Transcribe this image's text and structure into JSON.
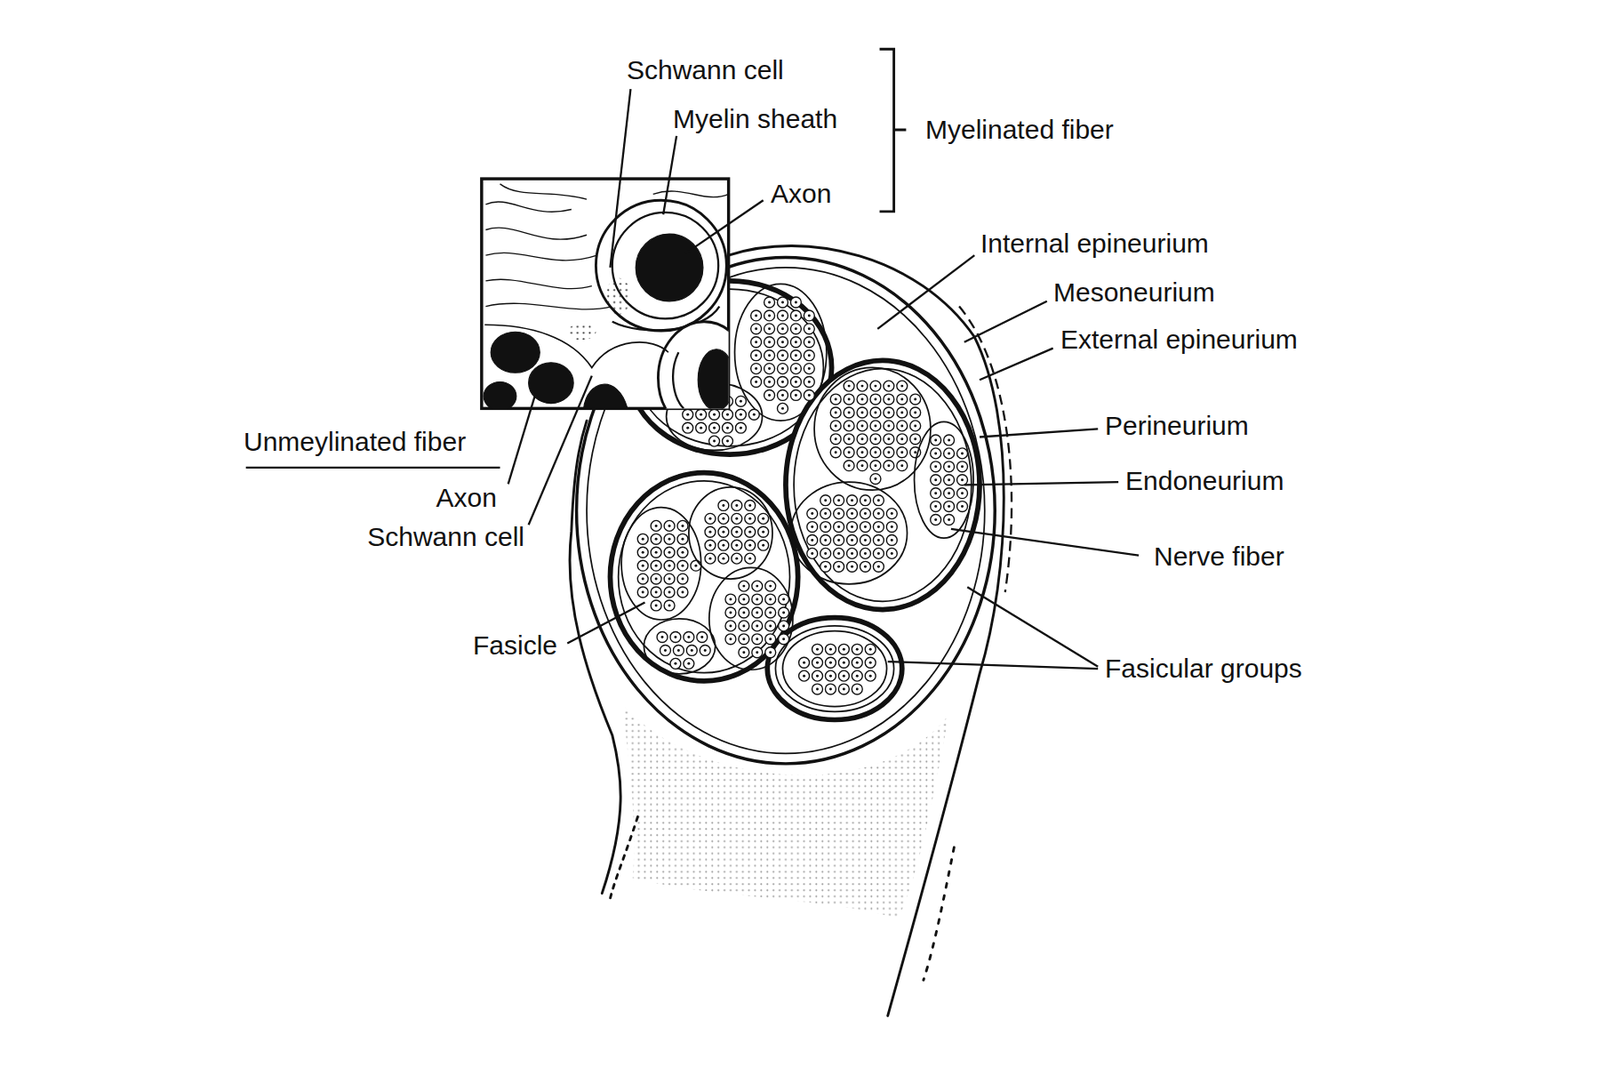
{
  "diagram": {
    "labels": [
      "Schwann cell",
      "Myelin sheath",
      "Myelinated fiber",
      "Axon",
      "Internal epineurium",
      "Mesoneurium",
      "External epineurium",
      "Perineurium",
      "Endoneurium",
      "Nerve fiber",
      "Unmeylinated fiber",
      "Axon",
      "Schwann cell",
      "Fasicle",
      "Fasicular groups"
    ]
  }
}
